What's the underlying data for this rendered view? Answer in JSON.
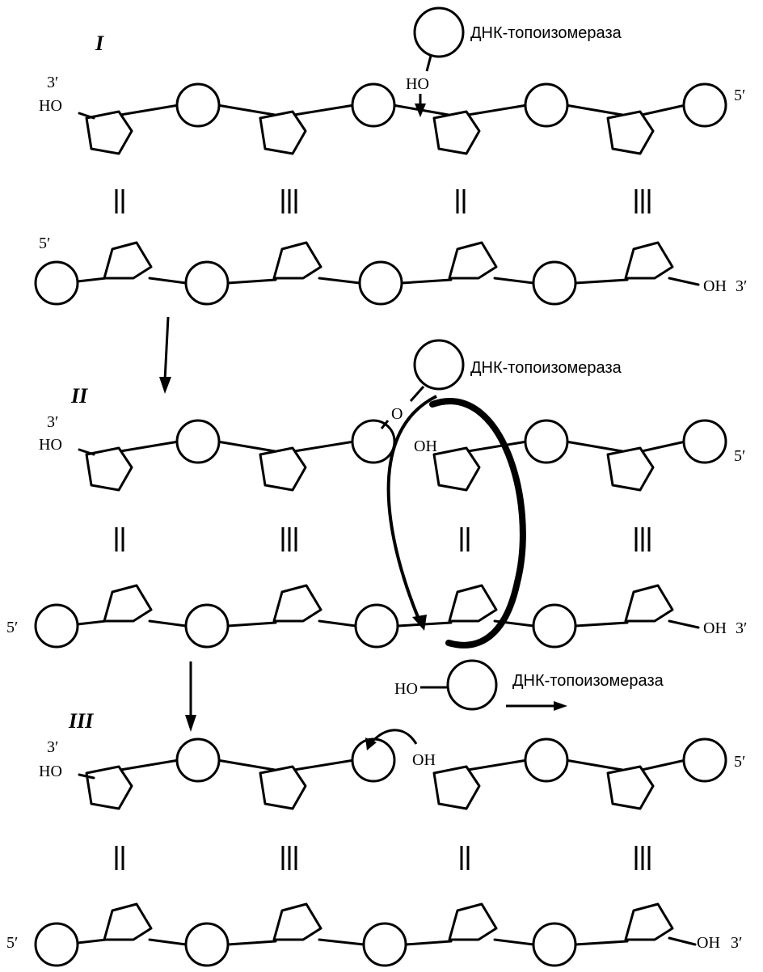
{
  "colors": {
    "ink": "#000000",
    "paper": "#ffffff"
  },
  "stages": [
    {
      "numeral": "I"
    },
    {
      "numeral": "II"
    },
    {
      "numeral": "III"
    }
  ],
  "labels": {
    "enzyme": "ДНК-топоизомераза",
    "ho": "HO",
    "oh": "OH",
    "o": "O",
    "three_prime": "3′",
    "five_prime": "5′"
  },
  "base_pairs": [
    "II",
    "III",
    "II",
    "III"
  ]
}
